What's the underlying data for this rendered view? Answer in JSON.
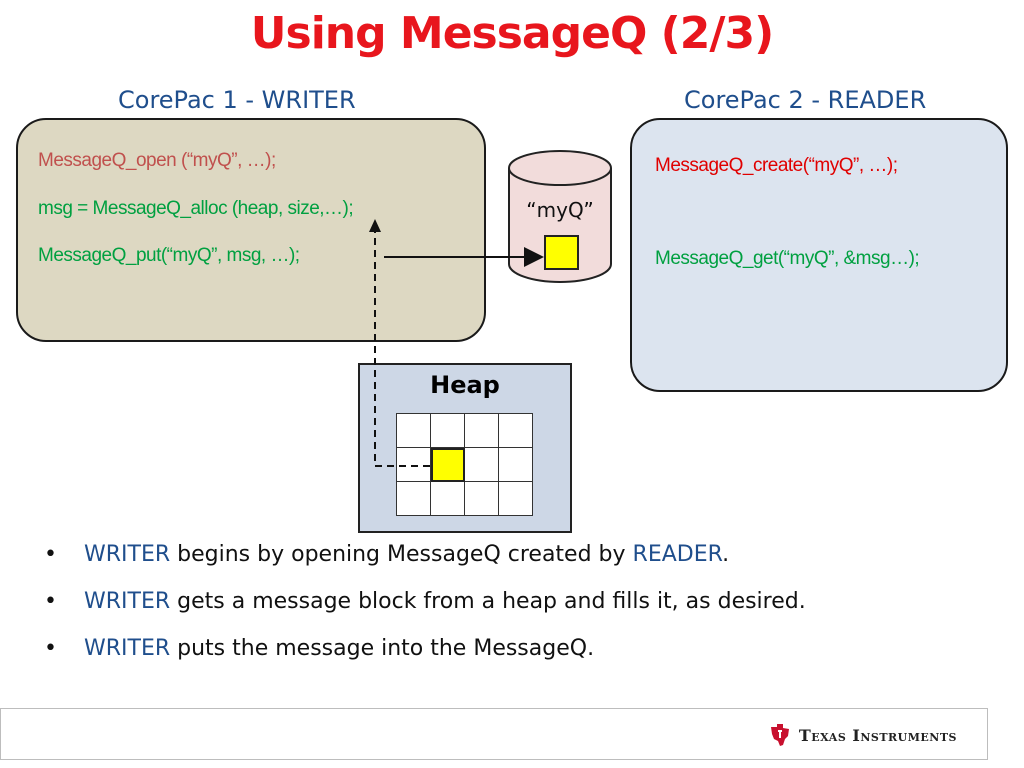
{
  "title": "Using MessageQ (2/3)",
  "writer": {
    "label": "CorePac 1 - WRITER",
    "lines": [
      "MessageQ_open (“myQ”, …);",
      "msg = MessageQ_alloc (heap, size,…);",
      "MessageQ_put(“myQ”, msg, …);"
    ]
  },
  "reader": {
    "label": "CorePac 2 - READER",
    "lines": [
      "MessageQ_create(“myQ”, …);",
      "MessageQ_get(“myQ”, &msg…);"
    ]
  },
  "queue": {
    "label": "“myQ”"
  },
  "heap": {
    "label": "Heap",
    "rows": 3,
    "cols": 4,
    "filled_cell": [
      1,
      1
    ]
  },
  "bullets": [
    {
      "keyword": "WRITER",
      "text": " begins by opening MessageQ created by ",
      "keyword2": "READER",
      "end": "."
    },
    {
      "keyword": "WRITER",
      "text": " gets a message block from a heap and fills it, as desired."
    },
    {
      "keyword": "WRITER",
      "text": " puts the message into the MessageQ."
    }
  ],
  "bullet_symbol": "•",
  "footer": {
    "company": "Texas Instruments",
    "logo_icon": "ti-logo-icon"
  },
  "colors": {
    "title": "#e8161d",
    "keyword": "#1f4e8c",
    "writer_box": "#ddd8c2",
    "reader_box": "#dce4ef",
    "heap_box": "#cdd7e6",
    "message_block": "#ffff00",
    "queue_fill": "#f2dcdb"
  }
}
